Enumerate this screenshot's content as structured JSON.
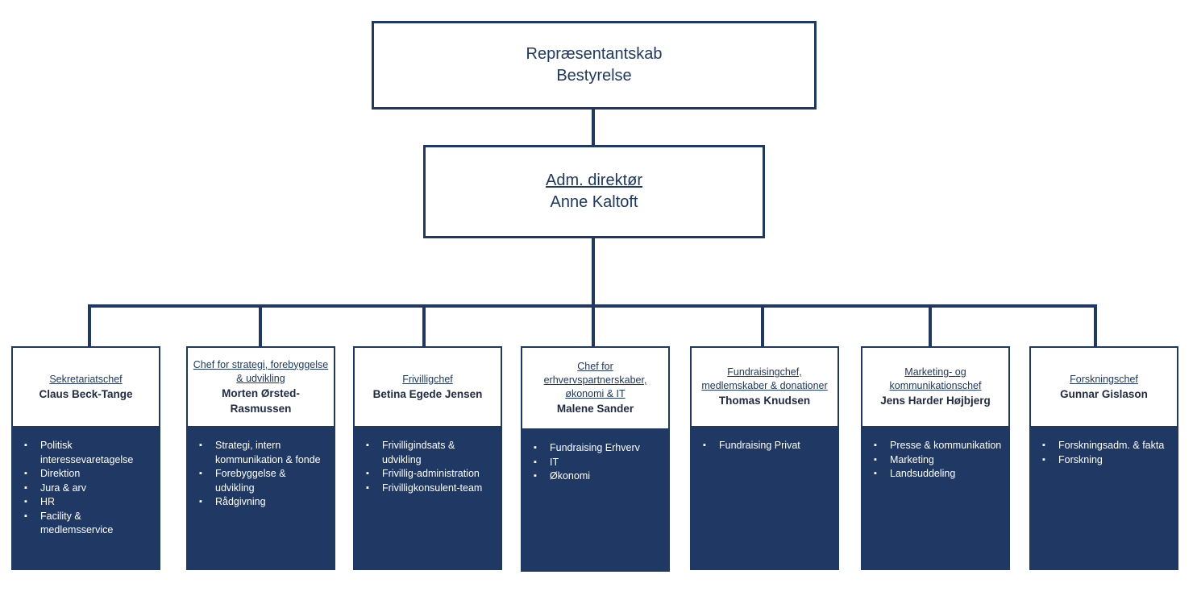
{
  "board": {
    "line1": "Repræsentantskab",
    "line2": "Bestyrelse"
  },
  "ceo": {
    "title": "Adm. direktør",
    "name": "Anne Kaltoft"
  },
  "departments": [
    {
      "title": "Sekretariatschef",
      "name": "Claus Beck-Tange",
      "items": [
        "Politisk interessevaretagelse",
        "Direktion",
        "Jura & arv",
        "HR",
        "Facility & medlemsservice"
      ]
    },
    {
      "title": "Chef for strategi, forebyggelse & udvikling",
      "name": "Morten Ørsted-Rasmussen",
      "items": [
        "Strategi, intern kommunikation & fonde",
        "Forebyggelse & udvikling",
        "Rådgivning"
      ]
    },
    {
      "title": "Frivilligchef",
      "name": "Betina Egede Jensen",
      "items": [
        "Frivilligindsats & udvikling",
        "Frivillig-administration",
        "Frivilligkonsulent-team"
      ]
    },
    {
      "title": "Chef for erhvervspartnerskaber, økonomi & IT",
      "name": "Malene Sander",
      "items": [
        "Fundraising Erhverv",
        "IT",
        "Økonomi"
      ]
    },
    {
      "title": "Fundraisingchef, medlemskaber & donationer",
      "name": "Thomas Knudsen",
      "items": [
        "Fundraising Privat"
      ]
    },
    {
      "title": "Marketing- og kommunikationschef",
      "name": "Jens Harder Højbjerg",
      "items": [
        "Presse & kommunikation",
        "Marketing",
        "Landsuddeling"
      ]
    },
    {
      "title": "Forskningschef",
      "name": "Gunnar Gislason",
      "items": [
        "Forskningsadm. & fakta",
        "Forskning"
      ]
    }
  ],
  "colors": {
    "navy": "#1f3864",
    "background": "#ffffff"
  }
}
